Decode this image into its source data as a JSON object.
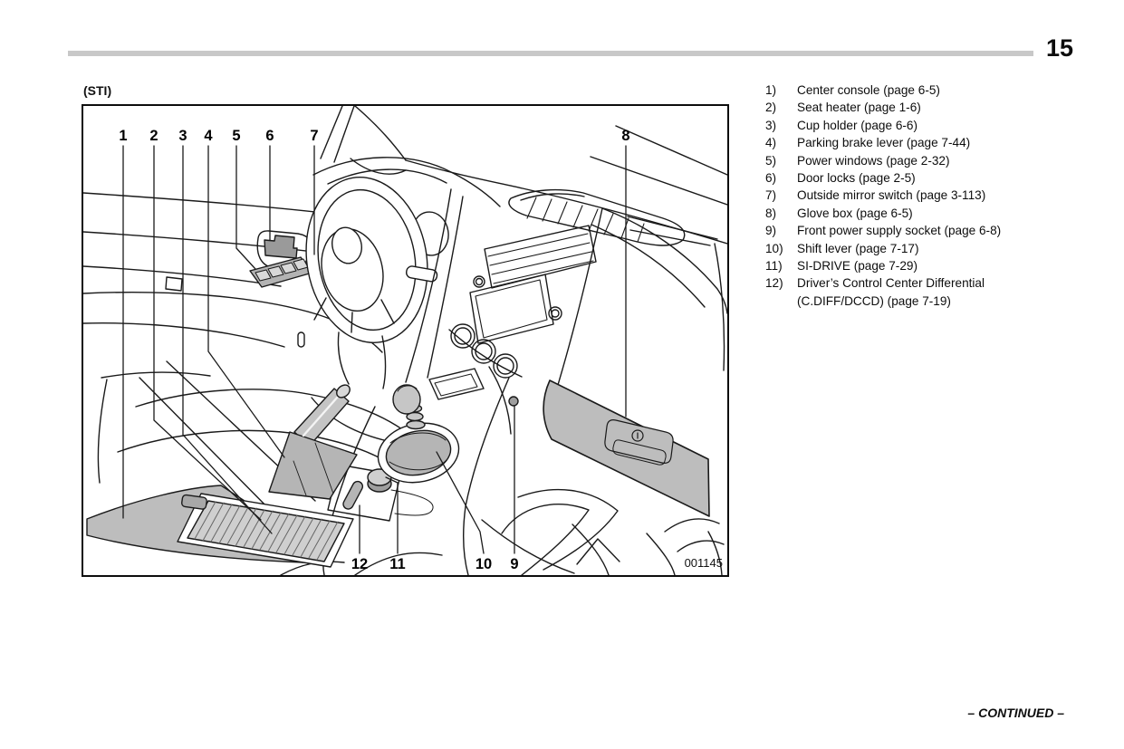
{
  "page": {
    "number": "15",
    "continued_label": "– CONTINUED –"
  },
  "figure": {
    "variant_label": "(STI)",
    "code": "001145",
    "callouts": {
      "c1": "1",
      "c2": "2",
      "c3": "3",
      "c4": "4",
      "c5": "5",
      "c6": "6",
      "c7": "7",
      "c8": "8",
      "c9": "9",
      "c10": "10",
      "c11": "11",
      "c12": "12"
    }
  },
  "legend": {
    "items": [
      {
        "num": "1)",
        "text": "Center console (page 6-5)"
      },
      {
        "num": "2)",
        "text": "Seat heater (page 1-6)"
      },
      {
        "num": "3)",
        "text": "Cup holder (page 6-6)"
      },
      {
        "num": "4)",
        "text": "Parking brake lever (page 7-44)"
      },
      {
        "num": "5)",
        "text": "Power windows (page 2-32)"
      },
      {
        "num": "6)",
        "text": "Door locks (page 2-5)"
      },
      {
        "num": "7)",
        "text": "Outside mirror switch (page 3-113)"
      },
      {
        "num": "8)",
        "text": "Glove box (page 6-5)"
      },
      {
        "num": "9)",
        "text": "Front power supply socket (page 6-8)"
      },
      {
        "num": "10)",
        "text": "Shift lever (page 7-17)"
      },
      {
        "num": "11)",
        "text": "SI-DRIVE (page 7-29)"
      },
      {
        "num": "12)",
        "text": "Driver’s Control Center Differential"
      },
      {
        "num": "",
        "text": "(C.DIFF/DCCD) (page 7-19)"
      }
    ]
  },
  "colors": {
    "rule_gray": "#c8c8c8",
    "line_ink": "#1a1a1a",
    "shade_gray": "#bdbdbd"
  }
}
